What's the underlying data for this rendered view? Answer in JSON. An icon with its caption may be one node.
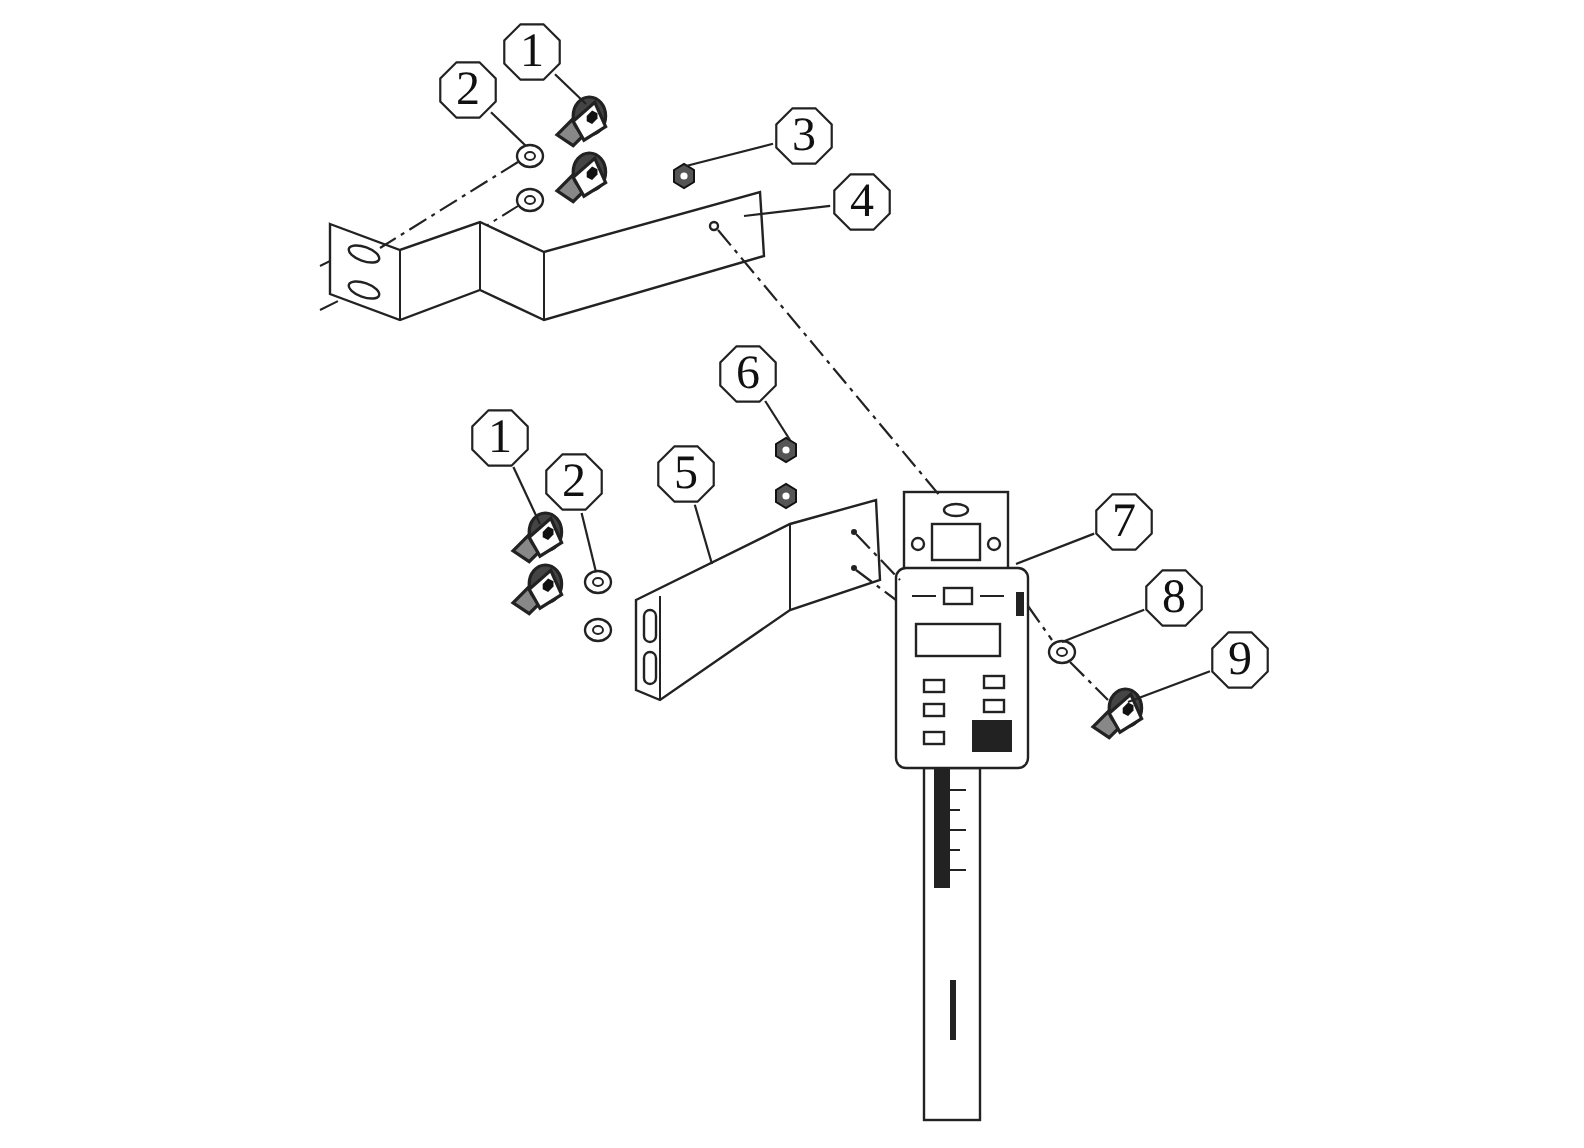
{
  "diagram": {
    "nodes": [
      {
        "text": [
          "1"
        ]
      },
      {
        "text": [
          "2"
        ]
      },
      {
        "text": [
          "3"
        ]
      },
      {
        "text": [
          "4"
        ]
      },
      {
        "text": [
          "1"
        ]
      },
      {
        "text": [
          "2"
        ]
      },
      {
        "text": [
          "5"
        ]
      },
      {
        "text": [
          "6"
        ]
      },
      {
        "text": [
          "7"
        ]
      },
      {
        "text": [
          "8"
        ]
      },
      {
        "text": [
          "9"
        ]
      },
      {
        "text": [],
        "shape": "picture"
      },
      {
        "text": [],
        "shape": "picture"
      },
      {
        "text": [],
        "shape": "picture"
      },
      {
        "text": [],
        "shape": "picture"
      },
      {
        "text": [],
        "shape": "picture"
      },
      {
        "text": [],
        "shape": "picture"
      },
      {
        "text": [],
        "shape": "picture"
      },
      {
        "text": [],
        "shape": "picture"
      },
      {
        "text": [],
        "shape": "picture"
      },
      {
        "text": [],
        "shape": "picture"
      },
      {
        "text": [],
        "shape": "picture"
      }
    ],
    "edges": [
      {
        "from": 0,
        "to": 11,
        "arrow": "none"
      },
      {
        "from": 1,
        "to": 12,
        "arrow": "none"
      },
      {
        "from": 2,
        "to": 13,
        "arrow": "none"
      },
      {
        "from": 3,
        "to": 14,
        "arrow": "none"
      },
      {
        "from": 4,
        "to": 15,
        "arrow": "none"
      },
      {
        "from": 5,
        "to": 16,
        "arrow": "none"
      },
      {
        "from": 6,
        "to": 17,
        "arrow": "none"
      },
      {
        "from": 7,
        "to": 18,
        "arrow": "none"
      },
      {
        "from": 8,
        "to": 19,
        "arrow": "none"
      },
      {
        "from": 9,
        "to": 20,
        "arrow": "none"
      },
      {
        "from": 10,
        "to": 21,
        "arrow": "none"
      },
      {
        "from": 12,
        "to": 14,
        "arrow": "none",
        "style": "dashed"
      },
      {
        "from": 14,
        "to": 19,
        "arrow": "none",
        "style": "dashed"
      },
      {
        "from": 17,
        "to": 19,
        "arrow": "none",
        "style": "dashed"
      },
      {
        "from": 17,
        "to": 19,
        "arrow": "none",
        "style": "dashed"
      },
      {
        "from": 19,
        "to": 20,
        "arrow": "none",
        "style": "dashed"
      },
      {
        "from": 20,
        "to": 21,
        "arrow": "none",
        "style": "dashed"
      }
    ]
  }
}
